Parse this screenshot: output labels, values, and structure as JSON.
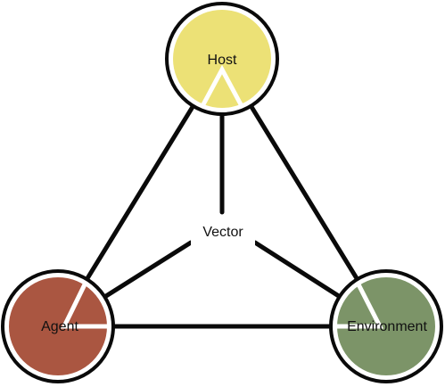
{
  "diagram": {
    "center_label": "Vector",
    "nodes": [
      {
        "id": "host",
        "label": "Host",
        "color": "#ece176"
      },
      {
        "id": "agent",
        "label": "Agent",
        "color": "#aa5641"
      },
      {
        "id": "environment",
        "label": "Environment",
        "color": "#7c9468"
      }
    ],
    "line_color": "#0a0a0a",
    "wedge_color": "#ffffff",
    "background": "#ffffff"
  }
}
